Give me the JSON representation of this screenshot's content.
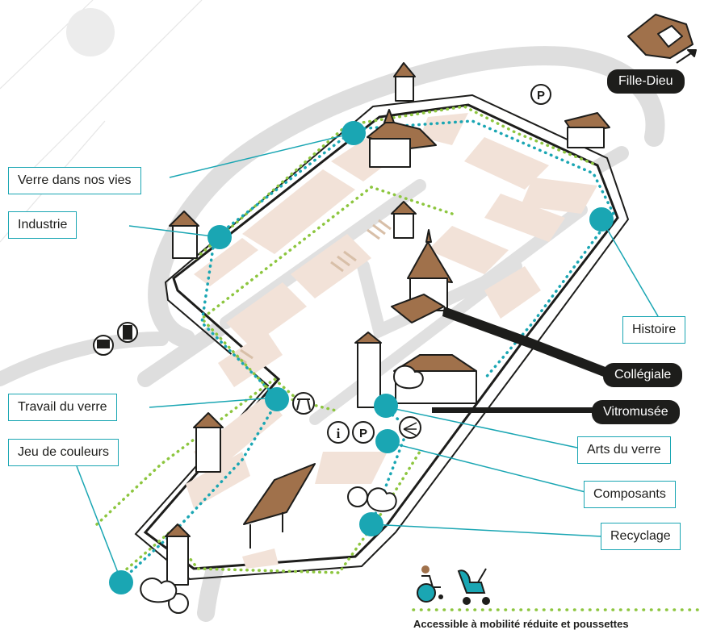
{
  "colors": {
    "teal": "#1aa6b3",
    "green": "#8dc63f",
    "road": "#dedede",
    "building": "#f2e2d8",
    "roof": "#a0714b",
    "ink": "#1d1d1b"
  },
  "stations": [
    {
      "id": "verre-dans-nos-vies",
      "label": "Verre dans nos vies"
    },
    {
      "id": "industrie",
      "label": "Industrie"
    },
    {
      "id": "travail-du-verre",
      "label": "Travail du verre"
    },
    {
      "id": "jeu-de-couleurs",
      "label": "Jeu de couleurs"
    },
    {
      "id": "histoire",
      "label": "Histoire"
    },
    {
      "id": "arts-du-verre",
      "label": "Arts du verre"
    },
    {
      "id": "composants",
      "label": "Composants"
    },
    {
      "id": "recyclage",
      "label": "Recyclage"
    }
  ],
  "places": {
    "fille_dieu": "Fille-Dieu",
    "collegiale": "Collégiale",
    "vitromusee": "Vitromusée"
  },
  "map_symbols": {
    "parking": "P",
    "info": "i"
  },
  "icons": [
    "parking-icon",
    "info-icon",
    "picnic-icon",
    "playground-icon",
    "wheelchair-icon",
    "stroller-icon",
    "train-icon",
    "bus-icon",
    "trees-icon",
    "leaf-icon"
  ],
  "legend": {
    "accessible_text": "Accessible à mobilité réduite et poussettes"
  }
}
